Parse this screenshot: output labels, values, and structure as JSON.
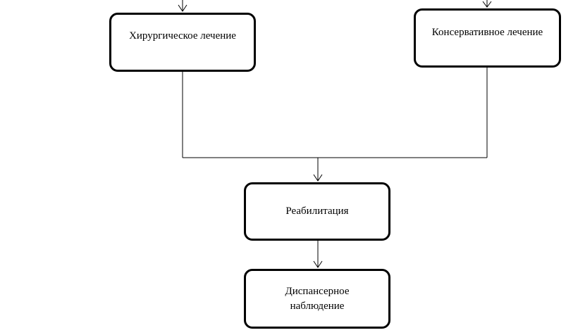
{
  "diagram": {
    "nodes": {
      "surgical": {
        "label": "Хирургическое лечение"
      },
      "conservative": {
        "label": "Консервативное лечение"
      },
      "rehabilitation": {
        "label": "Реабилитация"
      },
      "followup": {
        "line1": "Диспансерное",
        "line2": "наблюдение"
      }
    },
    "edges": [
      {
        "from": "(above)",
        "to": "surgical"
      },
      {
        "from": "(above)",
        "to": "conservative"
      },
      {
        "from": "surgical",
        "to": "rehabilitation"
      },
      {
        "from": "conservative",
        "to": "rehabilitation"
      },
      {
        "from": "rehabilitation",
        "to": "followup"
      }
    ]
  }
}
